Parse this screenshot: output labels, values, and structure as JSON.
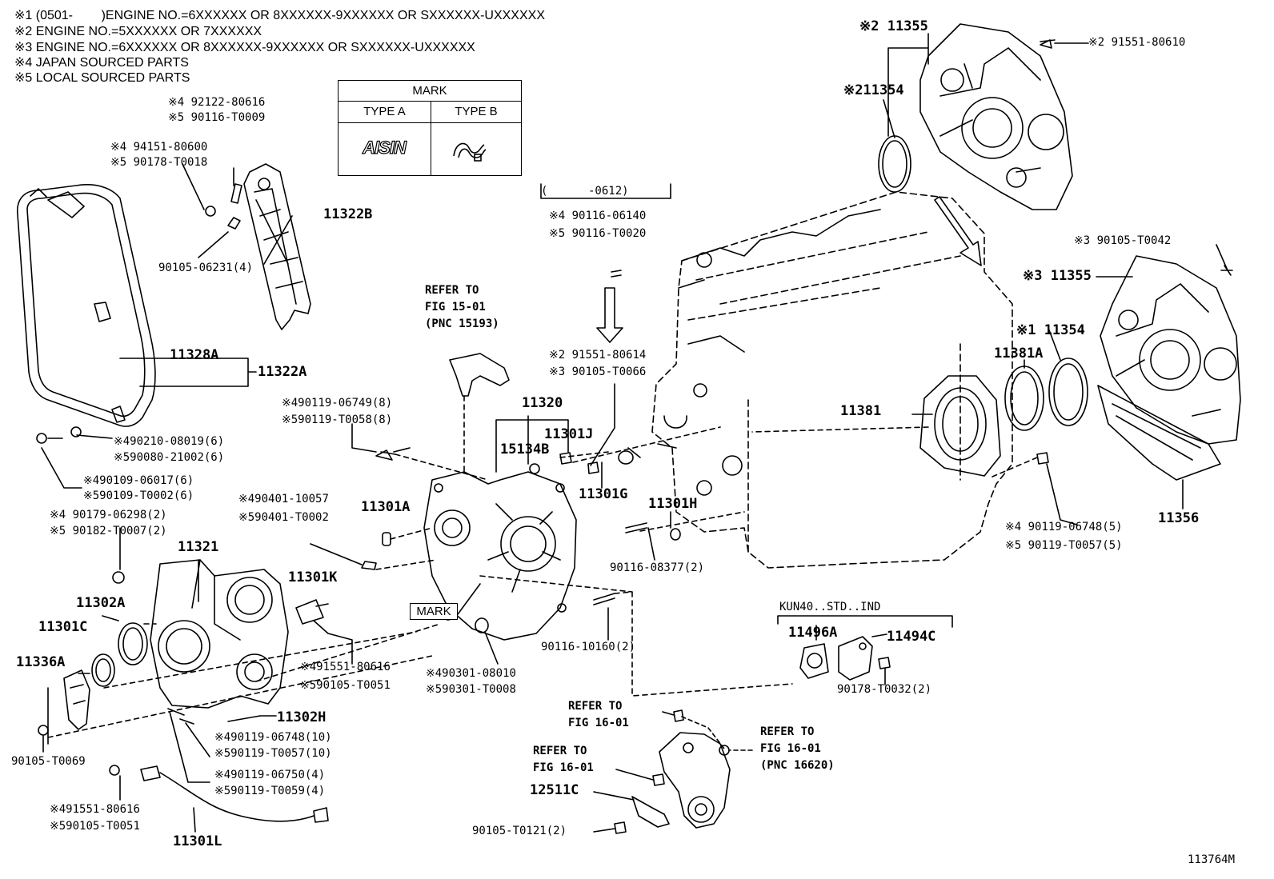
{
  "notes": [
    "※1 (0501-        )ENGINE NO.=6XXXXXX OR 8XXXXXX-9XXXXXX OR SXXXXXX-UXXXXXX",
    "※2 ENGINE NO.=5XXXXXX OR 7XXXXXX",
    "※3 ENGINE NO.=6XXXXXX OR 8XXXXXX-9XXXXXX OR SXXXXXX-UXXXXXX",
    "※4 JAPAN SOURCED PARTS",
    "※5 LOCAL SOURCED PARTS"
  ],
  "mark_table": {
    "header": "MARK",
    "type_a": "TYPE A",
    "type_b": "TYPE B",
    "logo": "AISIN"
  },
  "labels": {
    "a1": "※4 92122-80616",
    "a2": "※5 90116-T0009",
    "a3": "※4 94151-80600",
    "a4": "※5 90178-T0018",
    "a5": "11322B",
    "a6": "90105-06231(4)",
    "a7": "11328A",
    "a8": "11322A",
    "a9": "※490210-08019(6)",
    "a10": "※590080-21002(6)",
    "a11": "※490109-06017(6)",
    "a12": "※590109-T0002(6)",
    "a13": "※4 90179-06298(2)",
    "a14": "※5 90182-T0007(2)",
    "a15": "11321",
    "a16": "11302A",
    "a17": "11301C",
    "a18": "11336A",
    "a19": "90105-T0069",
    "a20": "11301K",
    "a21": "※491551-80616",
    "a22": "※590105-T0051",
    "a23": "11302H",
    "a24": "※490119-06748(10)",
    "a25": "※590119-T0057(10)",
    "a26": "※490119-06750(4)",
    "a27": "※590119-T0059(4)",
    "a28": "※491551-80616",
    "a29": "※590105-T0051",
    "a30": "11301L",
    "b1": "REFER TO",
    "b2": "FIG 15-01",
    "b3": "(PNC 15193)",
    "b4": "※490119-06749(8)",
    "b5": "※590119-T0058(8)",
    "b6": "11320",
    "b7": "11301J",
    "b8": "15134B",
    "b9": "※490401-10057",
    "b10": "※590401-T0002",
    "b11": "11301A",
    "b12": "MARK",
    "b13": "※490301-08010",
    "b14": "※590301-T0008",
    "b15": "(      -0612)",
    "b16": "※4 90116-06140",
    "b17": "※5 90116-T0020",
    "b18": "※2 91551-80614",
    "b19": "※3 90105-T0066",
    "b20": "11301G",
    "b21": "11301H",
    "b22": "90116-08377(2)",
    "b23": "90116-10160(2)",
    "c1": "※2 11355",
    "c2": "※2 91551-80610",
    "c3": "※211354",
    "c4": "※3 90105-T0042",
    "c5": "※3 11355",
    "c6": "※1 11354",
    "c7": "11381A",
    "c8": "11381",
    "c9": "11356",
    "c10": "※4 90119-06748(5)",
    "c11": "※5 90119-T0057(5)",
    "d1": "KUN40..STD..IND",
    "d2": "11496A",
    "d3": "11494C",
    "d4": "90178-T0032(2)",
    "d5": "REFER TO",
    "d6": "FIG 16-01",
    "d7": "REFER TO",
    "d8": "FIG 16-01",
    "d9": "(PNC 16620)",
    "d10": "REFER TO",
    "d11": "FIG 16-01",
    "d12": "12511C",
    "d13": "90105-T0121(2)",
    "d14": "113764M"
  }
}
